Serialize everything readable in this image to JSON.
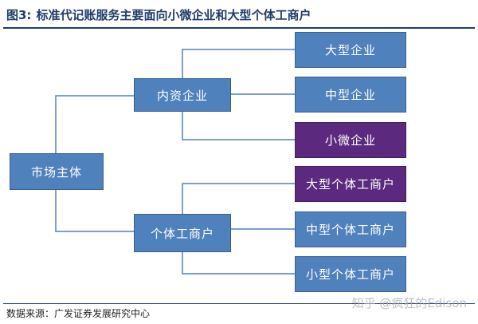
{
  "header": {
    "figure_label": "图3:",
    "title": "标准代记账服务主要面向小微企业和大型个体工商户"
  },
  "diagram": {
    "root": "市场主体",
    "branches": [
      {
        "label": "内资企业",
        "children": [
          "大型企业",
          "中型企业",
          "小微企业"
        ]
      },
      {
        "label": "个体工商户",
        "children": [
          "大型个体工商户",
          "中型个体工商户",
          "小型个体工商户"
        ]
      }
    ],
    "highlighted": [
      "小微企业",
      "大型个体工商户"
    ],
    "colors": {
      "box": "#4f81bd",
      "highlight": "#5b2a7e",
      "line": "#4f81bd",
      "title": "#1f3c6b"
    }
  },
  "footer": {
    "source": "数据来源：广发证券发展研究中心",
    "watermark": "知乎 @疯狂的Edison"
  }
}
